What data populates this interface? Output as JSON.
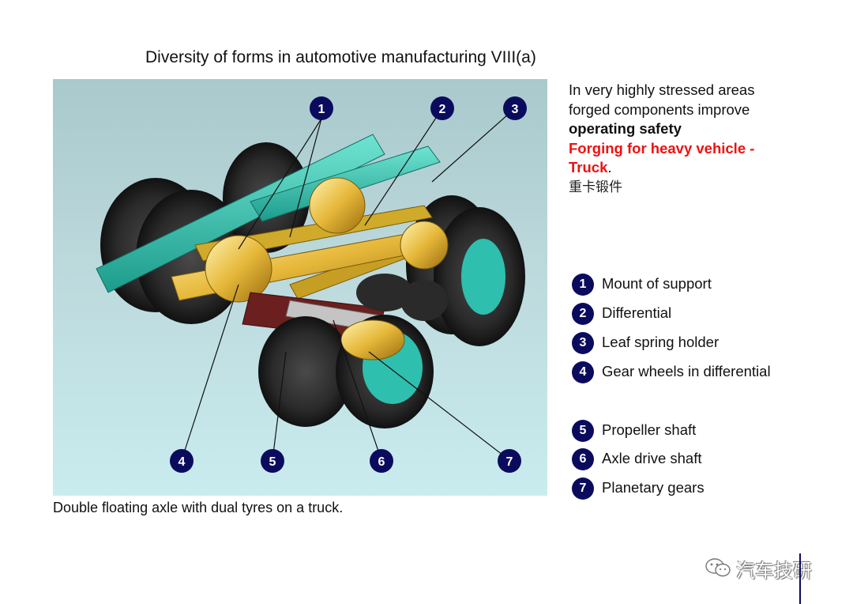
{
  "title": "Diversity of forms in automotive manufacturing VIII(a)",
  "intro": {
    "line1": "In very highly stressed areas",
    "line2": "forged components improve",
    "bold": "operating safety",
    "red1": "Forging for heavy vehicle -",
    "red2": "Truck",
    "period": ".",
    "chinese": "重卡锻件"
  },
  "figure": {
    "callouts": [
      "1",
      "2",
      "3",
      "4",
      "5",
      "6",
      "7"
    ]
  },
  "caption": "Double floating axle with dual tyres on a truck.",
  "legend": [
    {
      "num": "1",
      "label": "Mount of support"
    },
    {
      "num": "2",
      "label": "Differential"
    },
    {
      "num": "3",
      "label": "Leaf spring holder"
    },
    {
      "num": "4",
      "label": "Gear wheels in differential"
    },
    {
      "num": "5",
      "label": "Propeller shaft"
    },
    {
      "num": "6",
      "label": "Axle drive shaft"
    },
    {
      "num": "7",
      "label": "Planetary gears"
    }
  ],
  "watermark": {
    "text": "汽车技研",
    "icon": "wechat-icon"
  },
  "colors": {
    "callout": "#0b0b5e",
    "frame": "#35c9b6",
    "gold": "#e6b83a",
    "red_text": "#ee1111"
  }
}
